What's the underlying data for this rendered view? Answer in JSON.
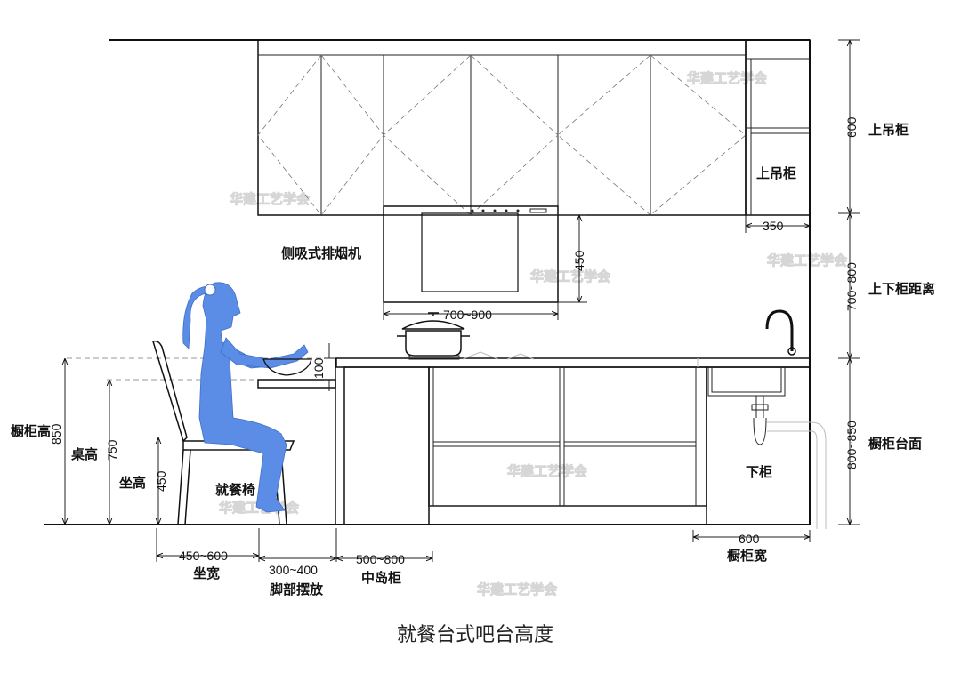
{
  "caption": "就餐台式吧台高度",
  "watermark": "华建工艺学会",
  "labels": {
    "upper_cabinet_right": "上吊柜",
    "upper_cabinet_inner": "上吊柜",
    "range_hood": "侧吸式排烟机",
    "upper_lower_distance": "上下柜距离",
    "cabinet_counter": "橱柜台面",
    "lower_cabinet": "下柜",
    "cabinet_width": "橱柜宽",
    "cabinet_height": "橱柜高",
    "table_height": "桌高",
    "seat_height": "坐高",
    "dining_chair": "就餐椅",
    "seat_width": "坐宽",
    "foot_space": "脚部摆放",
    "island": "中岛柜"
  },
  "dimensions": {
    "upper_600": "600",
    "upper_depth_350": "350",
    "gap_700_800": "700~800",
    "counter_800_850": "800~850",
    "cabinet_width_600": "600",
    "hood_450": "450",
    "hood_width": "700~900",
    "bowl_100": "100",
    "h_850": "850",
    "h_750": "750",
    "h_450": "450",
    "w_450_600": "450~600",
    "w_300_400": "300~400",
    "w_500_800": "500~800"
  },
  "colors": {
    "figure": "#5b8de6",
    "line": "#111111",
    "watermark": "#d6d6d6"
  }
}
